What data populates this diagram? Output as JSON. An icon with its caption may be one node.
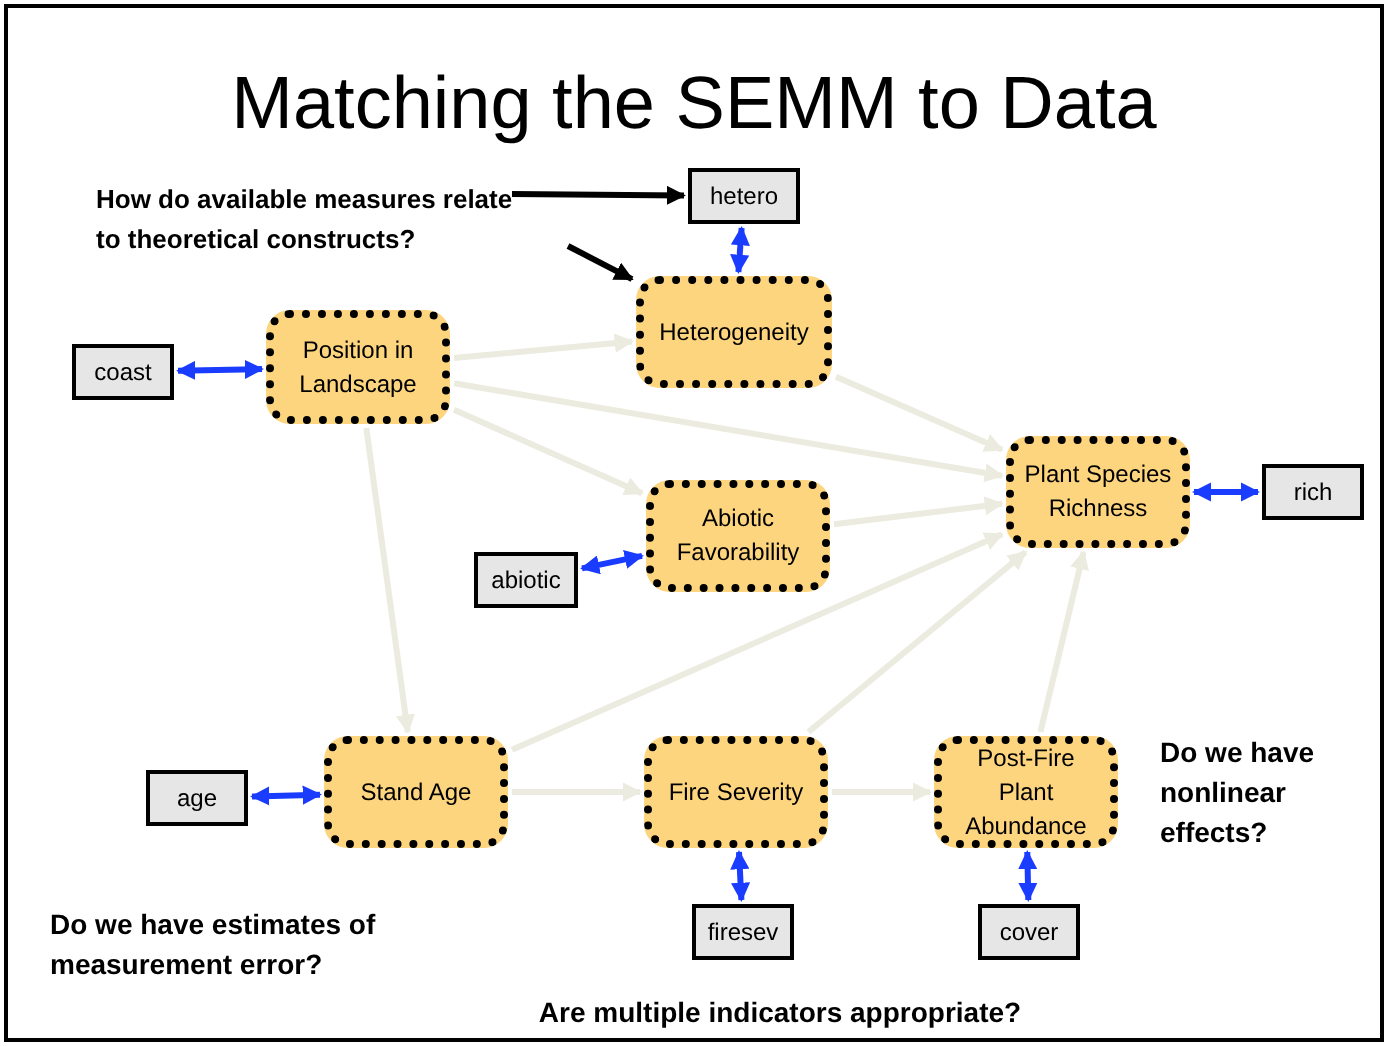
{
  "diagram": {
    "title": "Matching the SEMM to Data",
    "nodes": [
      {
        "text": [
          "How do available measures relate to theoretical constructs?"
        ]
      },
      {
        "text": [
          "hetero"
        ]
      },
      {
        "text": [
          "Heterogeneity"
        ]
      },
      {
        "text": [
          "Position in Landscape"
        ]
      },
      {
        "text": [
          "coast"
        ]
      },
      {
        "text": [
          "Plant Species Richness"
        ]
      },
      {
        "text": [
          "rich"
        ]
      },
      {
        "text": [
          "Abiotic Favorability"
        ]
      },
      {
        "text": [
          "abiotic"
        ]
      },
      {
        "text": [
          "Stand Age"
        ]
      },
      {
        "text": [
          "age"
        ]
      },
      {
        "text": [
          "Fire Severity"
        ]
      },
      {
        "text": [
          "Post-Fire Plant Abundance"
        ]
      },
      {
        "text": [
          "firesev"
        ]
      },
      {
        "text": [
          "cover"
        ]
      }
    ],
    "edges": [
      {
        "from": 0,
        "to": 1,
        "arrow": "to",
        "color": "#000000"
      },
      {
        "from": 0,
        "to": 2,
        "arrow": "to",
        "color": "#000000"
      },
      {
        "from": 1,
        "to": 2,
        "arrow": "both",
        "color": "#1a3cff"
      },
      {
        "from": 4,
        "to": 3,
        "arrow": "both",
        "color": "#1a3cff"
      },
      {
        "from": 3,
        "to": 2,
        "arrow": "to"
      },
      {
        "from": 3,
        "to": 7,
        "arrow": "to"
      },
      {
        "from": 3,
        "to": 5,
        "arrow": "to"
      },
      {
        "from": 3,
        "to": 9,
        "arrow": "to"
      },
      {
        "from": 2,
        "to": 5,
        "arrow": "to"
      },
      {
        "from": 7,
        "to": 5,
        "arrow": "to"
      },
      {
        "from": 9,
        "to": 5,
        "arrow": "to"
      },
      {
        "from": 11,
        "to": 5,
        "arrow": "to"
      },
      {
        "from": 12,
        "to": 5,
        "arrow": "to"
      },
      {
        "from": 9,
        "to": 11,
        "arrow": "to"
      },
      {
        "from": 11,
        "to": 12,
        "arrow": "to"
      },
      {
        "from": 5,
        "to": 6,
        "arrow": "both",
        "color": "#1a3cff"
      },
      {
        "from": 8,
        "to": 7,
        "arrow": "both",
        "color": "#1a3cff"
      },
      {
        "from": 10,
        "to": 9,
        "arrow": "both",
        "color": "#1a3cff"
      },
      {
        "from": 11,
        "to": 13,
        "arrow": "both",
        "color": "#1a3cff"
      },
      {
        "from": 12,
        "to": 14,
        "arrow": "both",
        "color": "#1a3cff"
      }
    ],
    "labels": [
      "Do we have nonlinear effects?",
      "Do we have estimates of measurement error?",
      "Are multiple indicators appropriate?"
    ]
  }
}
